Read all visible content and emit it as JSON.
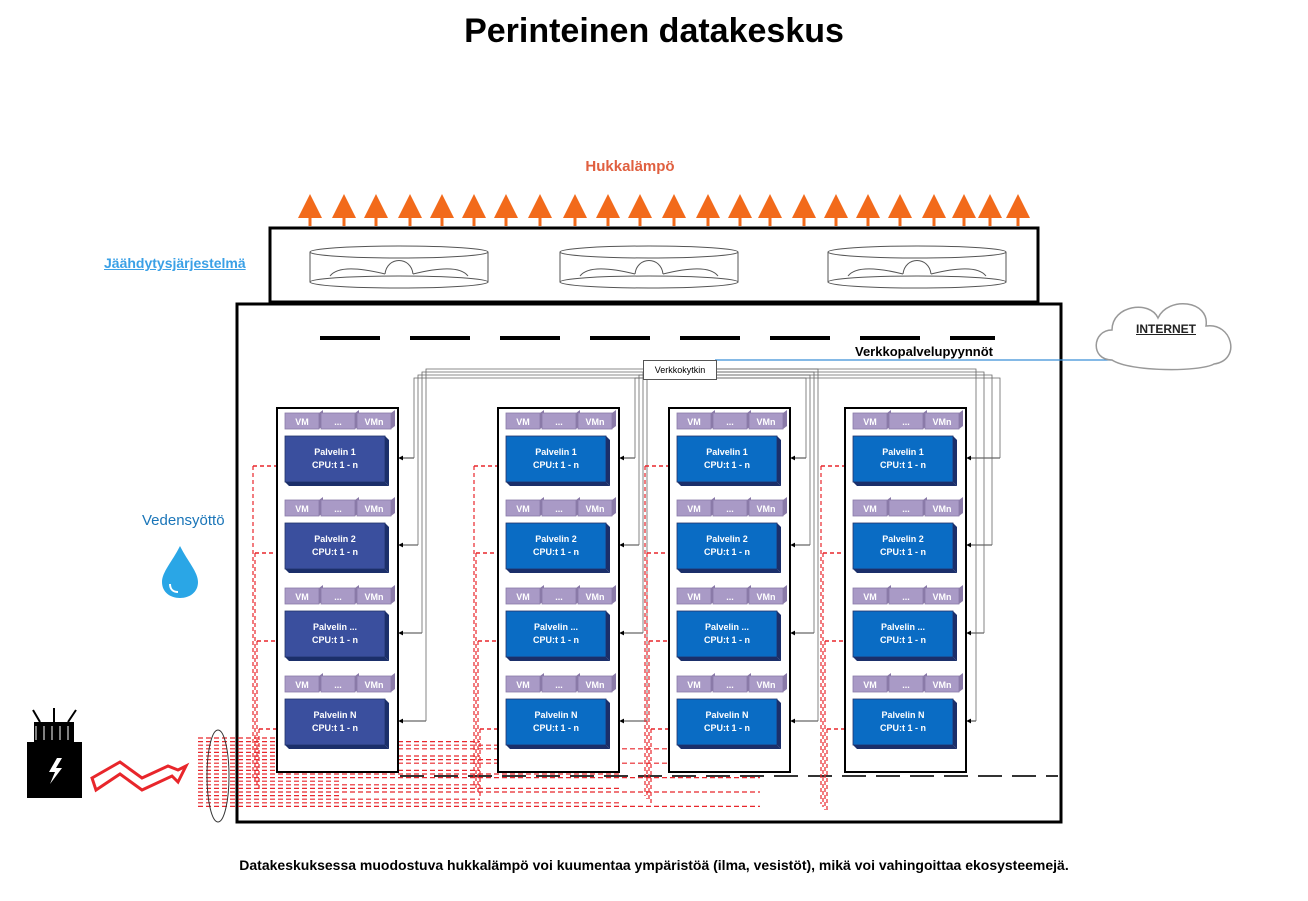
{
  "title": "Perinteinen datakeskus",
  "labels": {
    "waste_heat": "Hukkalämpö",
    "cooling_system": "Jäähdytysjärjestelmä",
    "water_supply": "Vedensyöttö",
    "internet": "INTERNET",
    "web_requests": "Verkkopalvelupyynnöt",
    "network_switch": "Verkkokytkin"
  },
  "caption": "Datakeskuksessa muodostuva hukkalämpö voi kuumentaa ympäristöä (ilma, vesistöt), mikä voi vahingoittaa ekosysteemejä.",
  "vm_labels": [
    "VM",
    "...",
    "VMn"
  ],
  "servers": [
    {
      "name": "Palvelin 1",
      "cpu": "CPU:t 1 - n"
    },
    {
      "name": "Palvelin 2",
      "cpu": "CPU:t 1 - n"
    },
    {
      "name": "Palvelin ...",
      "cpu": "CPU:t 1 - n"
    },
    {
      "name": "Palvelin N",
      "cpu": "CPU:t 1 - n"
    }
  ],
  "racks": [
    {
      "style": "dark"
    },
    {
      "style": "blue"
    },
    {
      "style": "blue"
    },
    {
      "style": "blue"
    }
  ],
  "colors": {
    "heat_arrow": "#f26a1b",
    "power_line": "#e8262b",
    "server_dark": "#3a4f9e",
    "server_blue": "#0a6cc4",
    "vm_purple": "#a99ac6",
    "internet_line": "#3a8fd6",
    "water_drop": "#2aa6e6"
  },
  "icons": [
    "fan-icon",
    "cloud-icon",
    "water-drop-icon",
    "transformer-icon",
    "lightning-icon"
  ]
}
